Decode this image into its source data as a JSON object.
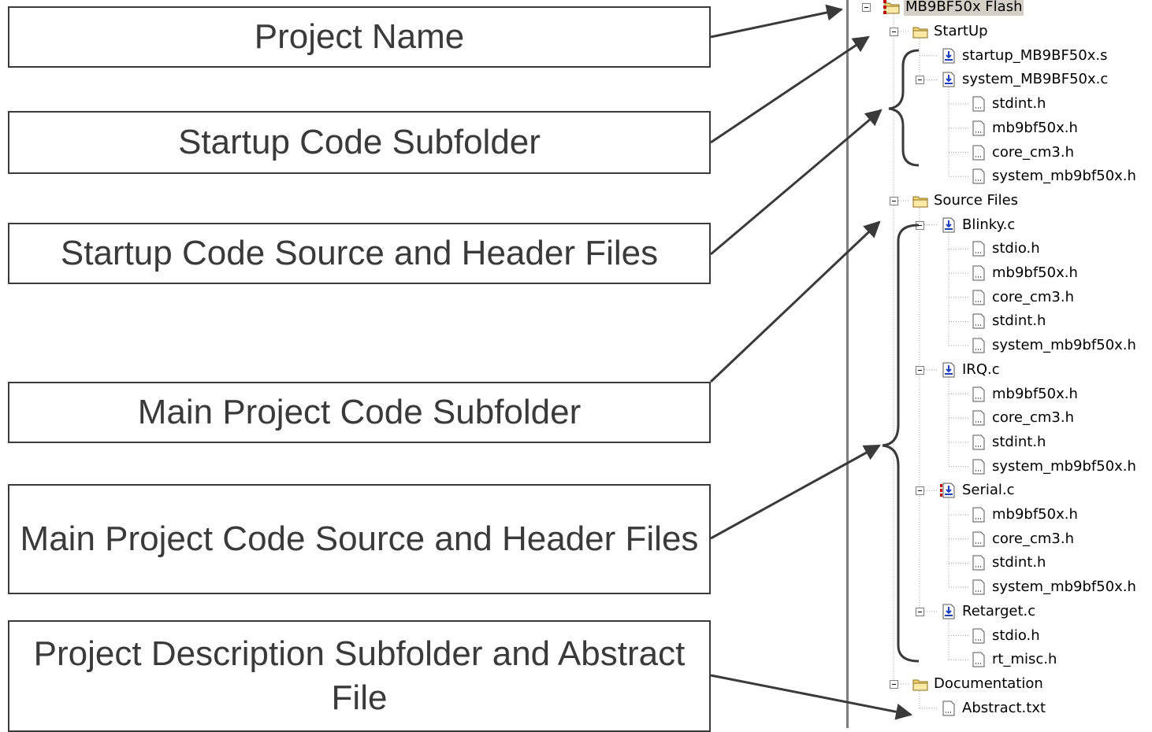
{
  "callouts": {
    "project_name": "Project Name",
    "startup_subfolder": "Startup Code Subfolder",
    "startup_files": "Startup Code Source and Header Files",
    "main_subfolder": "Main Project Code Subfolder",
    "main_files": "Main Project Code Source and Header Files",
    "description": "Project Description Subfolder and Abstract File"
  },
  "tree": [
    {
      "label": "MB9BF50x Flash",
      "depth": 0,
      "icon": "project-icon",
      "expandable": true,
      "selected": true
    },
    {
      "label": "StartUp",
      "depth": 1,
      "icon": "folder-icon",
      "expandable": true
    },
    {
      "label": "startup_MB9BF50x.s",
      "depth": 2,
      "icon": "source-file-icon"
    },
    {
      "label": "system_MB9BF50x.c",
      "depth": 2,
      "icon": "source-file-icon",
      "expandable": true
    },
    {
      "label": "stdint.h",
      "depth": 3,
      "icon": "header-file-icon"
    },
    {
      "label": "mb9bf50x.h",
      "depth": 3,
      "icon": "header-file-icon"
    },
    {
      "label": "core_cm3.h",
      "depth": 3,
      "icon": "header-file-icon"
    },
    {
      "label": "system_mb9bf50x.h",
      "depth": 3,
      "icon": "header-file-icon"
    },
    {
      "label": "Source Files",
      "depth": 1,
      "icon": "folder-icon",
      "expandable": true
    },
    {
      "label": "Blinky.c",
      "depth": 2,
      "icon": "source-file-icon",
      "expandable": true
    },
    {
      "label": "stdio.h",
      "depth": 3,
      "icon": "header-file-icon"
    },
    {
      "label": "mb9bf50x.h",
      "depth": 3,
      "icon": "header-file-icon"
    },
    {
      "label": "core_cm3.h",
      "depth": 3,
      "icon": "header-file-icon"
    },
    {
      "label": "stdint.h",
      "depth": 3,
      "icon": "header-file-icon"
    },
    {
      "label": "system_mb9bf50x.h",
      "depth": 3,
      "icon": "header-file-icon"
    },
    {
      "label": "IRQ.c",
      "depth": 2,
      "icon": "source-file-icon",
      "expandable": true
    },
    {
      "label": "mb9bf50x.h",
      "depth": 3,
      "icon": "header-file-icon"
    },
    {
      "label": "core_cm3.h",
      "depth": 3,
      "icon": "header-file-icon"
    },
    {
      "label": "stdint.h",
      "depth": 3,
      "icon": "header-file-icon"
    },
    {
      "label": "system_mb9bf50x.h",
      "depth": 3,
      "icon": "header-file-icon"
    },
    {
      "label": "Serial.c",
      "depth": 2,
      "icon": "source-file-icon",
      "expandable": true,
      "marked": true
    },
    {
      "label": "mb9bf50x.h",
      "depth": 3,
      "icon": "header-file-icon"
    },
    {
      "label": "core_cm3.h",
      "depth": 3,
      "icon": "header-file-icon"
    },
    {
      "label": "stdint.h",
      "depth": 3,
      "icon": "header-file-icon"
    },
    {
      "label": "system_mb9bf50x.h",
      "depth": 3,
      "icon": "header-file-icon"
    },
    {
      "label": "Retarget.c",
      "depth": 2,
      "icon": "source-file-icon",
      "expandable": true
    },
    {
      "label": "stdio.h",
      "depth": 3,
      "icon": "header-file-icon"
    },
    {
      "label": "rt_misc.h",
      "depth": 3,
      "icon": "header-file-icon"
    },
    {
      "label": "Documentation",
      "depth": 1,
      "icon": "folder-icon",
      "expandable": true
    },
    {
      "label": "Abstract.txt",
      "depth": 2,
      "icon": "text-file-icon"
    }
  ],
  "colors": {
    "line": "#3a3a3a",
    "tree_line": "#a0a0a0",
    "folder": "#f5d774",
    "root_red": "#c00000",
    "file_blue": "#1f3fbf"
  }
}
